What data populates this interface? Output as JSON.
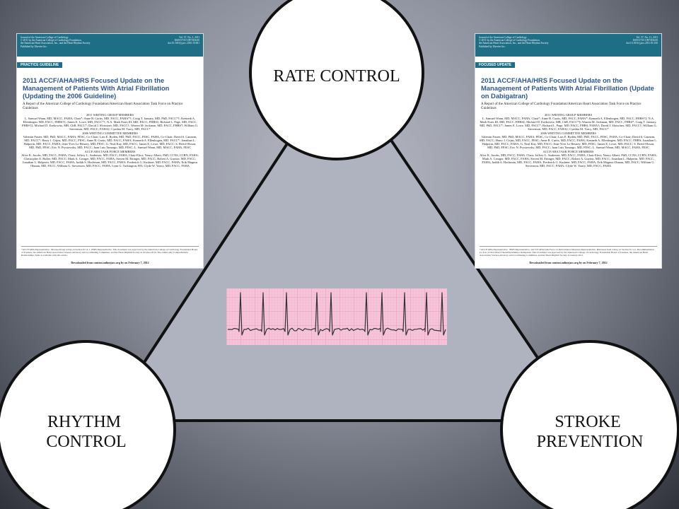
{
  "nodes": {
    "top": {
      "lines": [
        "RATE CONTROL"
      ]
    },
    "left": {
      "lines": [
        "RHYTHM",
        "CONTROL"
      ]
    },
    "right": {
      "lines": [
        "STROKE",
        "PREVENTION"
      ]
    }
  },
  "colors": {
    "triangle_fill": "#aeb3bf",
    "outline": "#111111",
    "circle_fill": "#ffffff",
    "ecg_paper": "#f6c4d8",
    "ecg_grid": "#e58db2",
    "ecg_trace": "#333333",
    "doc_band": "#1e6f86",
    "doc_title": "#2b5797"
  },
  "left_document": {
    "journal_lines": [
      "Journal of the American College of Cardiology",
      "© 2011 by the American College of Cardiology Foundation,",
      "the American Heart Association, Inc., and the Heart Rhythm Society",
      "Published by Elsevier Inc."
    ],
    "volume_lines": [
      "Vol. 57, No. 2, 2011",
      "ISSN 0735-1097/$36.00",
      "doi:10.1016/j.jacc.2010.10.001"
    ],
    "label": "PRACTICE GUIDELINE",
    "title": "2011 ACCF/AHA/HRS Focused Update on the Management of Patients With Atrial Fibrillation (Updating the 2006 Guideline)",
    "subtitle": "A Report of the American College of Cardiology Foundation/American Heart Association Task Force on Practice Guidelines",
    "sections": [
      {
        "heading": "2011 WRITING GROUP MEMBERS",
        "text": "L. Samuel Wann, MD, MACC, FAHA, Chair*; Anne B. Curtis, MD, FACC, FAHA*†; Craig T. January, MD, PhD, FACC*†; Kenneth A. Ellenbogen, MD, FACC, FHRS†‡; James E. Lowe, MD, FACC*†; N.A. Mark Estes III, MD, FACC, FHRS‡; Richard L. Page, MD, FACC, FHRS†‡; Michael D. Ezekowitz, MB, ChB, FACC*; David J. Slotwiner, MD, FACC†; Warren M. Jackman, MD, FACC, FHRS*; William G. Stevenson, MD, FACC, FAHA‡; Cynthia M. Tracy, MD, FACC*"
      },
      {
        "heading": "2006 WRITING COMMITTEE MEMBERS",
        "text": "Valentin Fuster, MD, PhD, MACC, FAHA, FESC, Co-Chair; Lars E. Rydén, MD, PhD, FACC, FESC, FAHA, Co-Chair; David S. Cannom, MD, FACC*; Harry J. Crijns, MD, FACC, FESC; Anne B. Curtis, MD, FACC, FAHA; Kenneth A. Ellenbogen, MD, FACC*; Jonathan L. Halperin, MD, FACC, FAHA; Jean-Yves Le Heuzey, MD, FESC; G. Neal Kay, MD, FACC; James E. Lowe, MD, FACC; S. Bertil Olsson, MD, PhD, FESC; Eric N. Prystowsky, MD, FACC; Juan Luis Tamargo, MD, FESC; L. Samuel Wann, MD, MACC, FAHA, FESC"
      },
      {
        "heading": "ACCF/AHA TASK FORCE MEMBERS",
        "text": "Alice K. Jacobs, MD, FACC, FAHA, Chair; Jeffrey L. Anderson, MD, FACC, FAHA, Chair-Elect; Nancy Albert, PhD, CCNS, CCRN, FAHA; Christopher E. Buller, MD, FACC; Mark A. Creager, MD, FACC, FAHA; Steven M. Ettinger, MD, FACC; Robert A. Guyton, MD, FACC; Jonathan L. Halperin, MD, FACC, FAHA; Judith S. Hochman, MD, FACC, FAHA; Frederick G. Kushner, MD, FACC, FAHA; Erik Magnus Ohman, MD, FACC; William G. Stevenson, MD, FACC, FAHA; Lynn G. Tarkington, RN; Clyde W. Yancy, MD, FACC, FAHA"
      }
    ],
    "footnote": "*ACCF/AHA Representative. †Recused from voting on Section 8.1.4.1. ‡HRS Representative. This document was approved by the American College of Cardiology Foundation Board of Trustees, the American Heart Association Science Advisory and Coordinating Committee, and the Heart Rhythm Society in October 2010. The online-only Comprehensive Relationships Table is available with this article.",
    "download": "Downloaded from content.onlinejacc.org by on February 7, 2012"
  },
  "right_document": {
    "journal_lines": [
      "Journal of the American College of Cardiology",
      "© 2011 by the American College of Cardiology Foundation,",
      "the American Heart Association, Inc., and the Heart Rhythm Society",
      "Published by Elsevier Inc."
    ],
    "volume_lines": [
      "Vol. 57, No. 11, 2011",
      "ISSN 0735-1097/$36.00",
      "doi:10.1016/j.jacc.2011.01.010"
    ],
    "label": "FOCUSED UPDATE",
    "title": "2011 ACCF/AHA/HRS Focused Update on the Management of Patients With Atrial Fibrillation (Update on Dabigatran)",
    "subtitle": "A Report of the American College of Cardiology Foundation/American Heart Association Task Force on Practice Guidelines",
    "sections": [
      {
        "heading": "2011 WRITING GROUP MEMBERS",
        "text": "L. Samuel Wann, MD, MACC, FAHA, Chair*; Anne B. Curtis, MD, FACC, FAHA*; Kenneth A. Ellenbogen, MD, FACC, FHRS†‡; N.A. Mark Estes III, MD, FACC, FHRS‡; Michael D. Ezekowitz, MB, ChB, FACC*§; Warren M. Jackman, MD, FACC, FHRS*; Craig T. January, MD, PhD, FACC*; James E. Lowe, MD, FACC*; Richard L. Page, MD, FACC, FHRS, FAHA†; David J. Slotwiner, MD, FACC†; William G. Stevenson, MD, FACC, FAHA‡; Cynthia M. Tracy, MD, FACC*"
      },
      {
        "heading": "2006 WRITING COMMITTEE MEMBERS",
        "text": "Valentin Fuster, MD, PhD, MACC, FAHA, FESC, Co-Chair; Lars E. Rydén, MD, PhD, FACC, FESC, FAHA, Co-Chair; David S. Cannom, MD, FACC; Harry J. Crijns, MD, FACC, FESC; Anne B. Curtis, MD, FACC, FAHA; Kenneth A. Ellenbogen, MD, FACC, FHRS; Jonathan L. Halperin, MD, FACC, FAHA; G. Neal Kay, MD, FACC; Jean-Yves Le Heuzey, MD, FESC; James E. Lowe, MD, FACC; S. Bertil Olsson, MD, PhD, FESC; Eric N. Prystowsky, MD, FACC; Juan Luis Tamargo, MD, FESC; L. Samuel Wann, MD, MACC, FAHA, FESC"
      },
      {
        "heading": "ACCF/AHA TASK FORCE MEMBERS",
        "text": "Alice K. Jacobs, MD, FACC, FAHA, Chair; Jeffrey L. Anderson, MD, FACC, FAHA, Chair-Elect; Nancy Albert, PhD, CCNS, CCRN, FAHA; Mark A. Creager, MD, FACC, FAHA; Steven M. Ettinger, MD, FACC; Robert A. Guyton, MD, FACC; Jonathan L. Halperin, MD, FACC, FAHA; Judith S. Hochman, MD, FACC, FAHA; Frederick G. Kushner, MD, FACC, FAHA; Erik Magnus Ohman, MD, FACC; William G. Stevenson, MD, FACC, FAHA; Clyde W. Yancy, MD, FACC, FAHA"
      }
    ],
    "footnote": "*ACCF/AHA Representative. †HRS Representative. ‡ACCF/AHA Task Force on Performance Measures Representative. §Recused from voting on Section 8.1.4.1, Recommendation for Use of Oral Direct Thrombin Inhibitor Dabigatran. This document was approved by the American College of Cardiology Foundation Board of Trustees, the American Heart Association Science Advisory and Coordinating Committee, and the Heart Rhythm Society in January 2011.",
    "download": "Downloaded from content.onlinejacc.org by on February 7, 2012"
  }
}
